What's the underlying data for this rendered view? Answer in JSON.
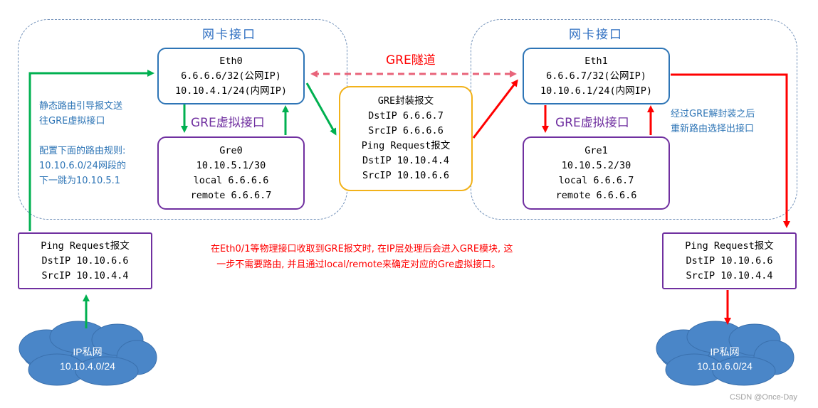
{
  "left_zone": {
    "title": "网卡接口"
  },
  "right_zone": {
    "title": "网卡接口"
  },
  "tunnel_label": "GRE隧道",
  "eth0": {
    "lines": [
      "Eth0",
      "6.6.6.6/32(公网IP)",
      "10.10.4.1/24(内网IP)"
    ]
  },
  "gre0": {
    "lines": [
      "Gre0",
      "10.10.5.1/30",
      "local 6.6.6.6",
      "remote 6.6.6.7"
    ]
  },
  "eth1": {
    "lines": [
      "Eth1",
      "6.6.6.7/32(公网IP)",
      "10.10.6.1/24(内网IP)"
    ]
  },
  "gre1": {
    "lines": [
      "Gre1",
      "10.10.5.2/30",
      "local 6.6.6.7",
      "remote 6.6.6.6"
    ]
  },
  "left_vif_label": "GRE虚拟接口",
  "right_vif_label": "GRE虚拟接口",
  "gre_packet": {
    "lines": [
      "GRE封装报文",
      "DstIP 6.6.6.7",
      "SrcIP 6.6.6.6",
      "Ping Request报文",
      "DstIP 10.10.4.4",
      "SrcIP 10.10.6.6"
    ]
  },
  "ping_left": {
    "lines": [
      "Ping Request报文",
      "DstIP 10.10.6.6",
      "SrcIP 10.10.4.4"
    ]
  },
  "ping_right": {
    "lines": [
      "Ping Request报文",
      "DstIP 10.10.6.6",
      "SrcIP 10.10.4.4"
    ]
  },
  "left_note": "静态路由引导报文送\n往GRE虚拟接口\n\n配置下面的路由规则:\n10.10.6.0/24网段的\n下一跳为10.10.5.1",
  "right_note": "经过GRE解封装之后\n重新路由选择出接口",
  "center_note": "在Eth0/1等物理接口收取到GRE报文时, 在IP层处理后会进入GRE模块, 这\n  一步不需要路由, 并且通过local/remote来确定对应的Gre虚拟接口。",
  "cloud_left": {
    "line1": "IP私网",
    "line2": "10.10.4.0/24"
  },
  "cloud_right": {
    "line1": "IP私网",
    "line2": "10.10.6.0/24"
  },
  "watermark": "CSDN @Once-Day",
  "colors": {
    "zone_border": "#6f8fb8",
    "eth_border": "#2e75b6",
    "gre_border": "#7030a0",
    "packet_border": "#f2b21a",
    "green_arrow": "#00b050",
    "red_arrow": "#ff0000",
    "cloud": "#4a86c8"
  }
}
